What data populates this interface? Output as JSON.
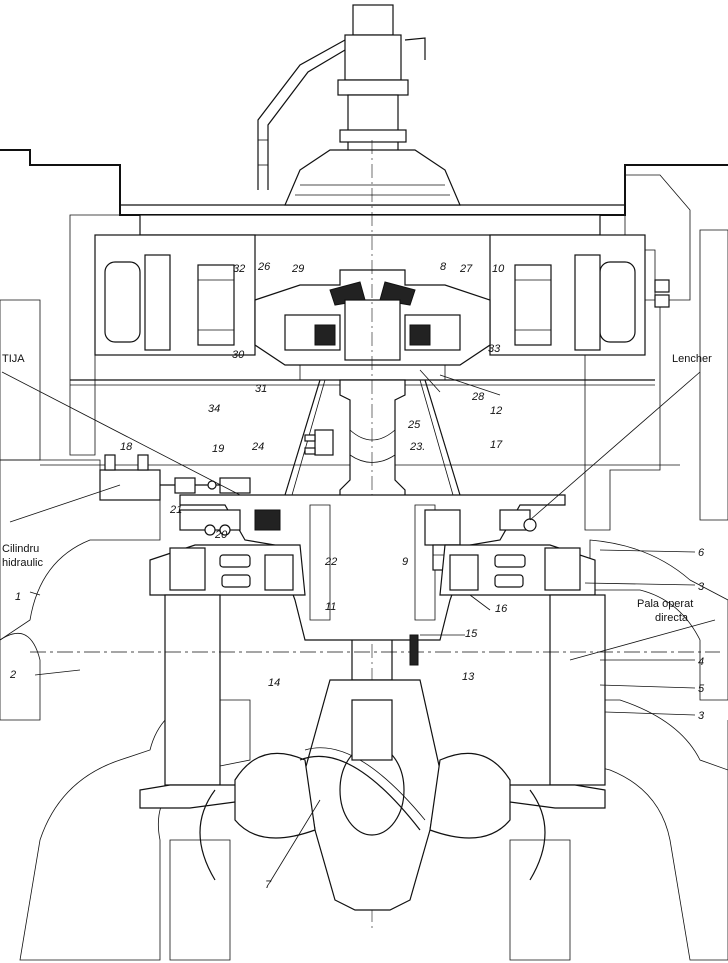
{
  "colors": {
    "ink": "#111111",
    "paper": "#ffffff",
    "hatch": "#333333"
  },
  "labels": {
    "n1": "1",
    "n2": "2",
    "n3a": "3",
    "n3b": "3",
    "n4": "4",
    "n5": "5",
    "n6": "6",
    "n7": "7",
    "n8": "8",
    "n9": "9",
    "n10": "10",
    "n11": "11",
    "n12": "12",
    "n13": "13",
    "n14": "14",
    "n15": "15",
    "n16": "16",
    "n17": "17",
    "n18": "18",
    "n19": "19",
    "n20": "20",
    "n21": "21",
    "n22": "22",
    "n23": "23.",
    "n24": "24",
    "n25": "25",
    "n26": "26",
    "n27": "27",
    "n28": "28",
    "n29": "29",
    "n30": "30",
    "n31": "31",
    "n32": "32",
    "n33": "33",
    "n34": "34"
  },
  "words": {
    "tija": "TIJA",
    "lencher": "Lencher",
    "cilindru_1": "Cilindru",
    "cilindru_2": "hidraulic",
    "pala_1": "Pala operat",
    "pala_2": "directa"
  }
}
